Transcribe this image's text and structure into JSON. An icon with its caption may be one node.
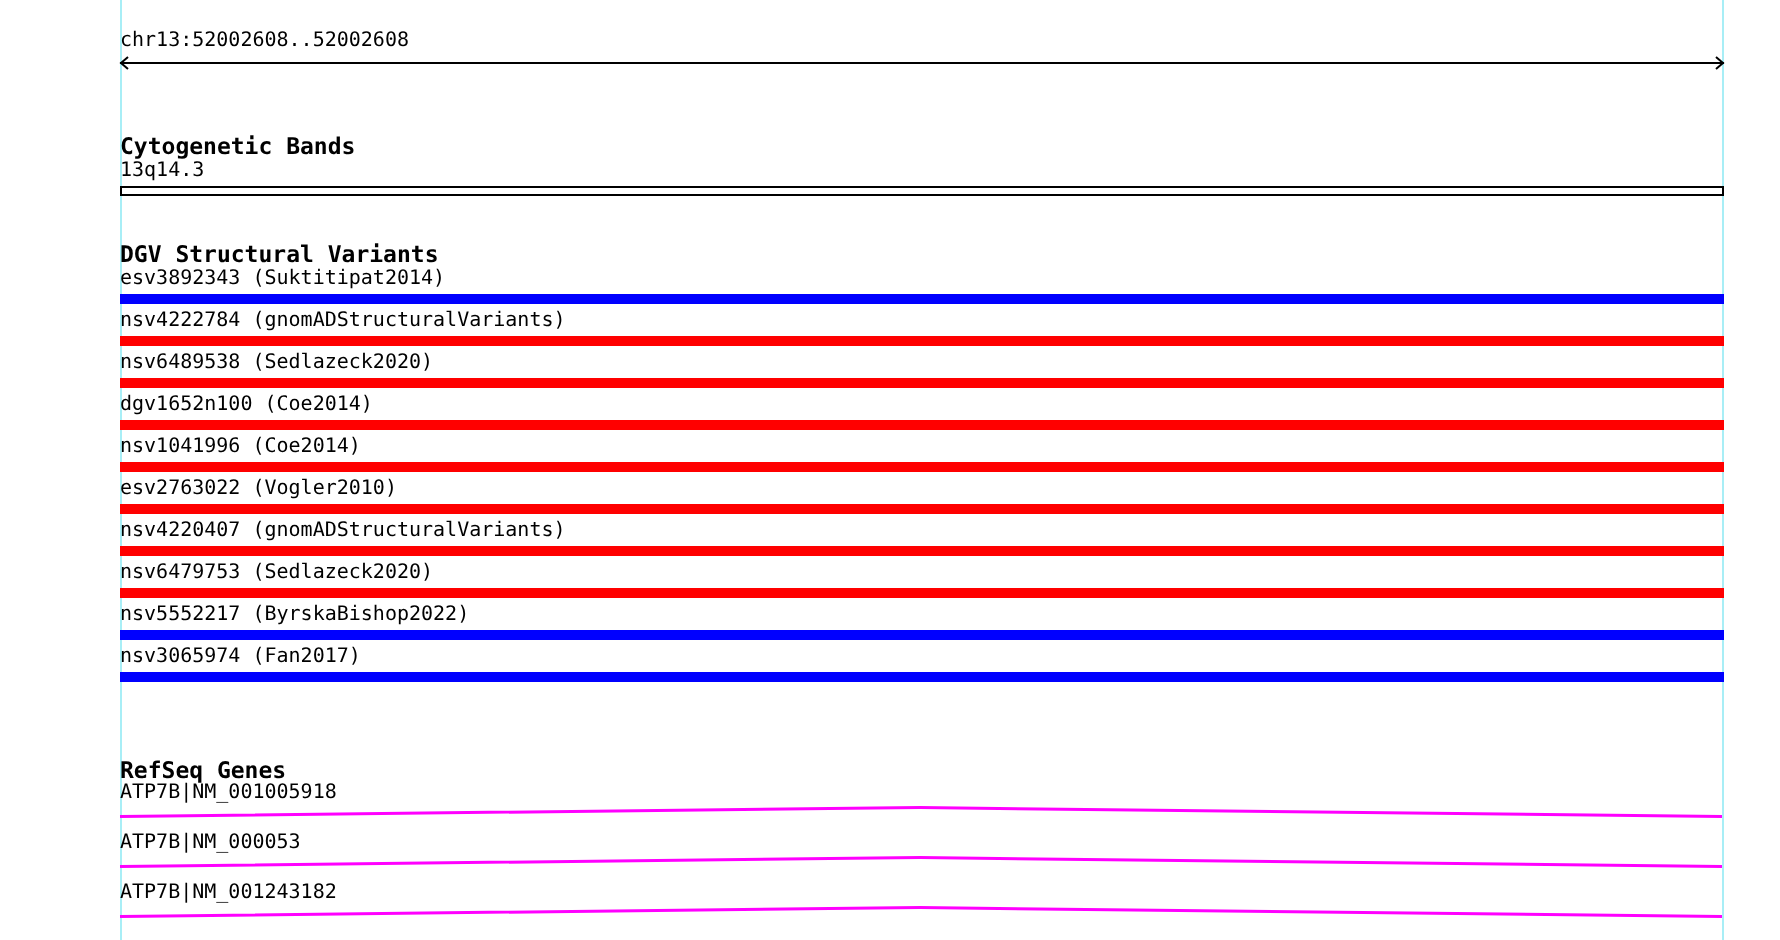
{
  "diagram": {
    "nodes": [
      {
        "text": [
          "13q14.3"
        ]
      },
      {
        "text": [
          "esv3892343 (Suktitipat2014)"
        ]
      },
      {
        "text": [
          "nsv4222784 (gnomADStructuralVariants)"
        ]
      },
      {
        "text": [
          "nsv6489538 (Sedlazeck2020)"
        ]
      },
      {
        "text": [
          "dgv1652n100 (Coe2014)"
        ]
      },
      {
        "text": [
          "nsv1041996 (Coe2014)"
        ]
      },
      {
        "text": [
          "esv2763022 (Vogler2010)"
        ]
      },
      {
        "text": [
          "nsv4220407 (gnomADStructuralVariants)"
        ]
      },
      {
        "text": [
          "nsv6479753 (Sedlazeck2020)"
        ]
      },
      {
        "text": [
          "nsv5552217 (ByrskaBishop2022)"
        ]
      },
      {
        "text": [
          "nsv3065974 (Fan2017)"
        ]
      },
      {
        "text": [
          "ATP7B|NM_001005918"
        ]
      },
      {
        "text": [
          "ATP7B|NM_000053"
        ]
      },
      {
        "text": [
          "ATP7B|NM_001243182"
        ]
      }
    ],
    "labels": [
      "chr13:52002608..52002608",
      "Cytogenetic Bands",
      "DGV Structural Variants",
      "RefSeq Genes"
    ]
  }
}
